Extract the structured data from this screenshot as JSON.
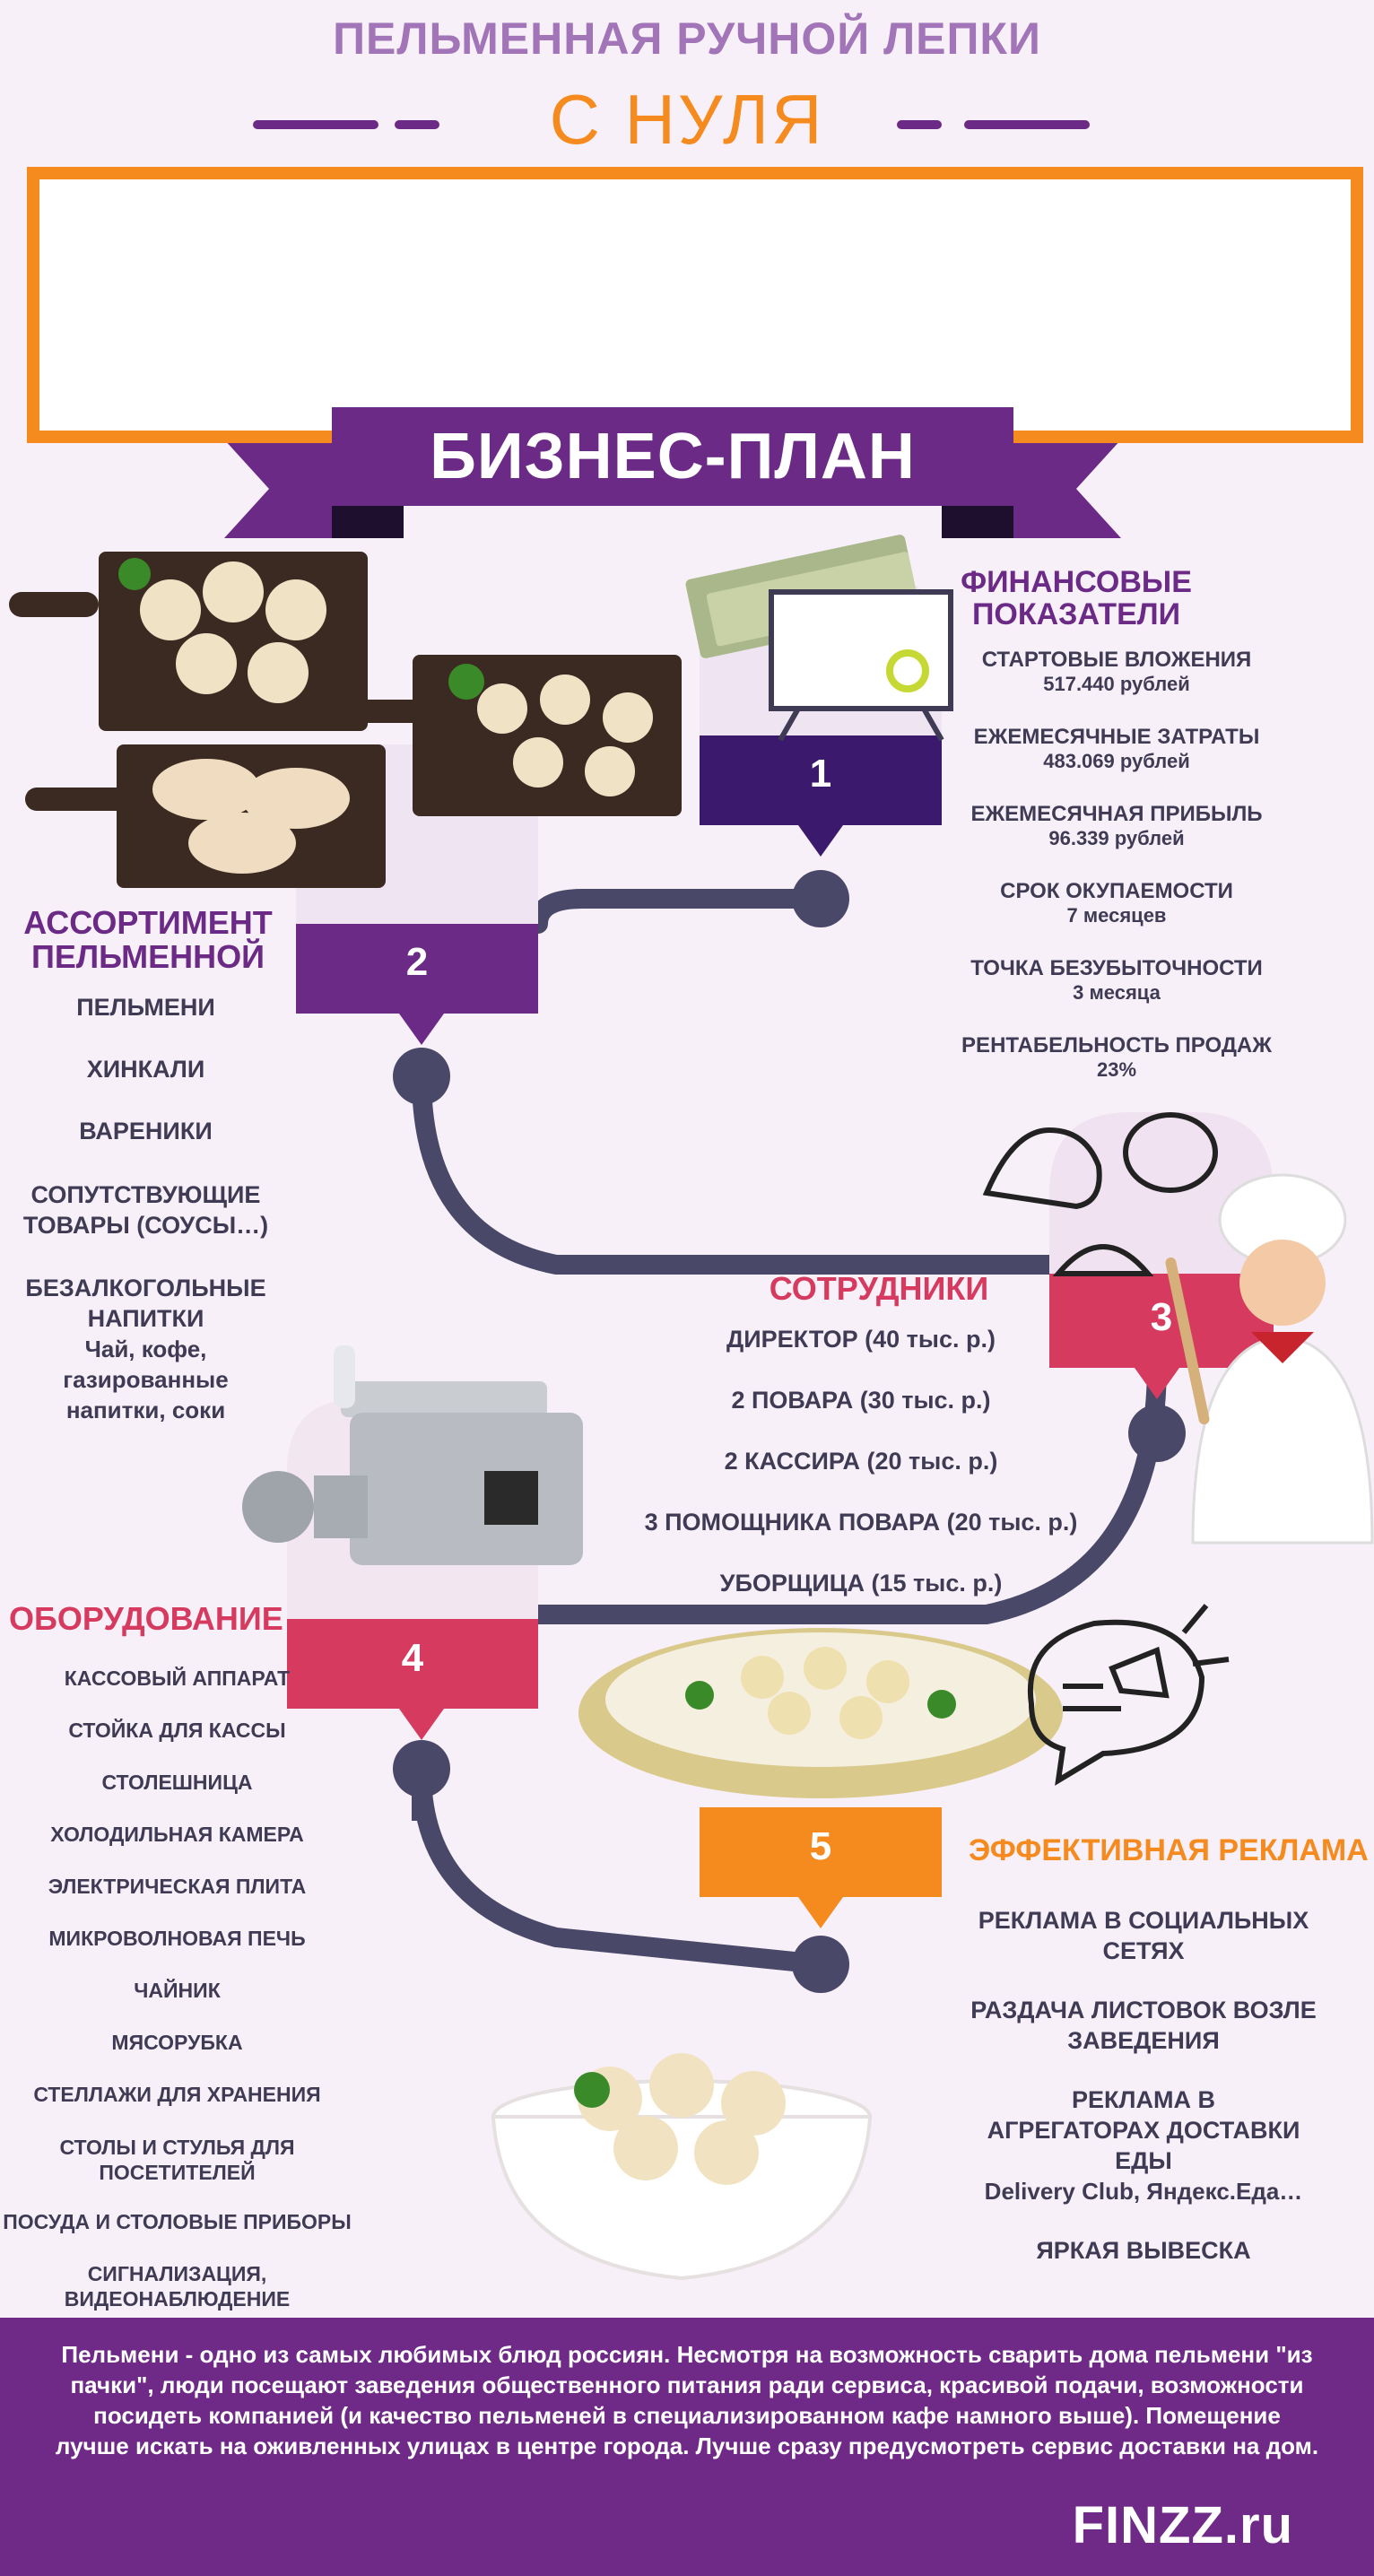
{
  "header": {
    "title": "ПЕЛЬМЕННАЯ РУЧНОЙ ЛЕПКИ",
    "subtitle": "С НУЛЯ",
    "banner": "БИЗНЕС-ПЛАН"
  },
  "colors": {
    "purple": "#6a2a86",
    "dark_purple": "#3b1a6d",
    "orange": "#f58a1f",
    "crimson": "#d63a5e",
    "slate": "#4a4868",
    "background": "#f8f0f8"
  },
  "sections": {
    "finance": {
      "number": "1",
      "title": "ФИНАНСОВЫЕ ПОКАЗАТЕЛИ",
      "items": [
        {
          "label": "СТАРТОВЫЕ ВЛОЖЕНИЯ",
          "value": "517.440 рублей"
        },
        {
          "label": "ЕЖЕМЕСЯЧНЫЕ ЗАТРАТЫ",
          "value": "483.069 рублей"
        },
        {
          "label": "ЕЖЕМЕСЯЧНАЯ ПРИБЫЛЬ",
          "value": "96.339 рублей"
        },
        {
          "label": "СРОК ОКУПАЕМОСТИ",
          "value": "7 месяцев"
        },
        {
          "label": "ТОЧКА БЕЗУБЫТОЧНОСТИ",
          "value": "3 месяца"
        },
        {
          "label": "РЕНТАБЕЛЬНОСТЬ ПРОДАЖ",
          "value": "23%"
        }
      ]
    },
    "assortment": {
      "number": "2",
      "title": "АССОРТИМЕНТ ПЕЛЬМЕННОЙ",
      "items": [
        {
          "label": "ПЕЛЬМЕНИ"
        },
        {
          "label": "ХИНКАЛИ"
        },
        {
          "label": "ВАРЕНИКИ"
        },
        {
          "label": "СОПУТСТВУЮЩИЕ ТОВАРЫ (СОУСЫ…)"
        },
        {
          "label": "БЕЗАЛКОГОЛЬНЫЕ НАПИТКИ",
          "value": "Чай, кофе, газированные напитки, соки"
        }
      ]
    },
    "staff": {
      "number": "3",
      "title": "СОТРУДНИКИ",
      "items": [
        "ДИРЕКТОР (40 тыс. р.)",
        "2 ПОВАРА (30 тыс. р.)",
        "2 КАССИРА (20 тыс. р.)",
        "3 ПОМОЩНИКА ПОВАРА (20 тыс. р.)",
        "УБОРЩИЦА (15 тыс. р.)"
      ]
    },
    "equipment": {
      "number": "4",
      "title": "ОБОРУДОВАНИЕ",
      "items": [
        "КАССОВЫЙ АППАРАТ",
        "СТОЙКА ДЛЯ КАССЫ",
        "СТОЛЕШНИЦА",
        "ХОЛОДИЛЬНАЯ КАМЕРА",
        "ЭЛЕКТРИЧЕСКАЯ ПЛИТА",
        "МИКРОВОЛНОВАЯ ПЕЧЬ",
        "ЧАЙНИК",
        "МЯСОРУБКА",
        "СТЕЛЛАЖИ ДЛЯ ХРАНЕНИЯ",
        "СТОЛЫ И СТУЛЬЯ ДЛЯ ПОСЕТИТЕЛЕЙ",
        "ПОСУДА И СТОЛОВЫЕ ПРИБОРЫ",
        "СИГНАЛИЗАЦИЯ, ВИДЕОНАБЛЮДЕНИЕ"
      ]
    },
    "advertising": {
      "number": "5",
      "title": "ЭФФЕКТИВНАЯ РЕКЛАМА",
      "items": [
        {
          "label": "РЕКЛАМА В СОЦИАЛЬНЫХ СЕТЯХ"
        },
        {
          "label": "РАЗДАЧА ЛИСТОВОК ВОЗЛЕ ЗАВЕДЕНИЯ"
        },
        {
          "label": "РЕКЛАМА В АГРЕГАТОРАХ ДОСТАВКИ ЕДЫ",
          "value": "Delivery Club, Яндекс.Еда…"
        },
        {
          "label": "ЯРКАЯ ВЫВЕСКА"
        }
      ]
    }
  },
  "footer": {
    "text": "Пельмени - одно из самых любимых блюд россиян. Несмотря на возможность сварить дома пельмени \"из пачки\", люди посещают заведения общественного питания ради сервиса, красивой подачи, возможности посидеть компанией (и качество пельменей в специализированном кафе намного выше). Помещение лучше искать на оживленных улицах в центре города. Лучше сразу предусмотреть сервис доставки на дом.",
    "logo": "FINZZ.ru"
  }
}
